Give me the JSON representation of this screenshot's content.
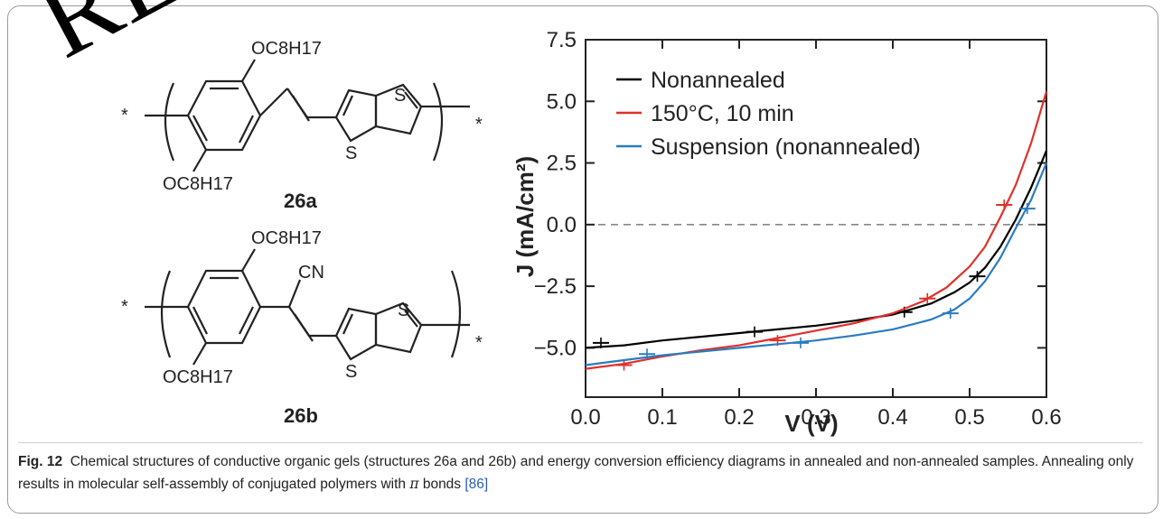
{
  "watermark": "RETRACTED",
  "structures": {
    "a_label": "26a",
    "b_label": "26b",
    "substituent": "OC8H17",
    "cn": "CN",
    "s": "S",
    "star": "*"
  },
  "chart_data": {
    "type": "line",
    "title": "",
    "xlabel": "V (V)",
    "ylabel": "J (mA/cm²)",
    "xlim": [
      0.0,
      0.6
    ],
    "ylim": [
      -7.0,
      7.5
    ],
    "xticks": [
      "0.0",
      "0.1",
      "0.2",
      "0.3",
      "0.4",
      "0.5",
      "0.6"
    ],
    "yticks": [
      "−5.0",
      "−2.5",
      "0.0",
      "2.5",
      "5.0",
      "7.5"
    ],
    "ytick_values": [
      -5.0,
      -2.5,
      0.0,
      2.5,
      5.0,
      7.5
    ],
    "xtick_values": [
      0.0,
      0.1,
      0.2,
      0.3,
      0.4,
      0.5,
      0.6
    ],
    "grid": false,
    "reference_line": 0.0,
    "legend_position": "top-left",
    "series": [
      {
        "name": "Nonannealed",
        "color": "#000000",
        "x": [
          0.0,
          0.05,
          0.1,
          0.15,
          0.2,
          0.25,
          0.3,
          0.35,
          0.4,
          0.45,
          0.48,
          0.5,
          0.52,
          0.54,
          0.56,
          0.58,
          0.6
        ],
        "y": [
          -5.0,
          -4.9,
          -4.7,
          -4.55,
          -4.4,
          -4.25,
          -4.1,
          -3.9,
          -3.65,
          -3.2,
          -2.75,
          -2.35,
          -1.75,
          -0.9,
          0.2,
          1.5,
          3.0
        ],
        "error_x": [
          0.02,
          0.22,
          0.415,
          0.51
        ],
        "error_y": [
          -4.8,
          -4.35,
          -3.55,
          -2.1
        ]
      },
      {
        "name": "150°C, 10 min",
        "color": "#e0302a",
        "x": [
          0.0,
          0.05,
          0.1,
          0.15,
          0.2,
          0.25,
          0.3,
          0.35,
          0.4,
          0.44,
          0.47,
          0.5,
          0.52,
          0.54,
          0.56,
          0.58,
          0.6
        ],
        "y": [
          -5.85,
          -5.65,
          -5.35,
          -5.1,
          -4.9,
          -4.6,
          -4.3,
          -4.0,
          -3.6,
          -3.1,
          -2.55,
          -1.7,
          -0.9,
          0.3,
          1.6,
          3.3,
          5.4
        ],
        "error_x": [
          0.05,
          0.25,
          0.445,
          0.545
        ],
        "error_y": [
          -5.7,
          -4.7,
          -3.0,
          0.8
        ]
      },
      {
        "name": "Suspension (nonannealed)",
        "color": "#2a7bc0",
        "x": [
          0.0,
          0.05,
          0.1,
          0.15,
          0.2,
          0.25,
          0.3,
          0.35,
          0.4,
          0.45,
          0.48,
          0.5,
          0.52,
          0.54,
          0.56,
          0.58,
          0.6
        ],
        "y": [
          -5.7,
          -5.5,
          -5.3,
          -5.15,
          -5.0,
          -4.85,
          -4.7,
          -4.5,
          -4.25,
          -3.85,
          -3.45,
          -3.0,
          -2.3,
          -1.35,
          -0.15,
          1.0,
          2.5
        ],
        "error_x": [
          0.08,
          0.28,
          0.475,
          0.575
        ],
        "error_y": [
          -5.25,
          -4.8,
          -3.6,
          0.65
        ]
      }
    ]
  },
  "caption": {
    "lead": "Fig. 12",
    "text": "Chemical structures of conductive organic gels (structures 26a and 26b) and energy conversion efficiency diagrams in annealed and non-annealed samples. Annealing only results in molecular self-assembly of conjugated polymers with ",
    "pi": "π",
    "tail": " bonds ",
    "ref": "[86]"
  }
}
